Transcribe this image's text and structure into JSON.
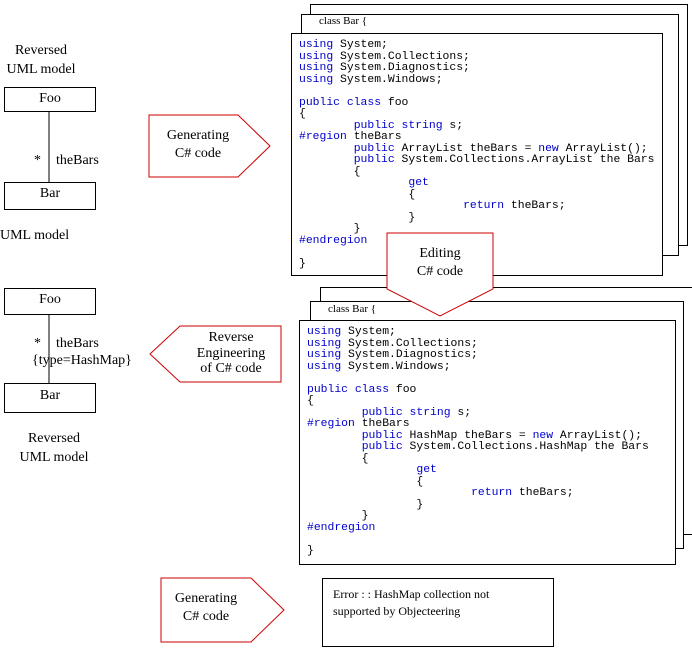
{
  "top_uml": {
    "title_line1": "Reversed",
    "title_line2": "UML model",
    "class_top": "Foo",
    "class_bottom": "Bar",
    "multiplicity": "*",
    "role": "theBars",
    "caption": "UML model"
  },
  "mid_uml": {
    "class_top": "Foo",
    "class_bottom": "Bar",
    "multiplicity": "*",
    "role": "theBars",
    "constraint": "{type=HashMap}",
    "caption_line1": "Reversed",
    "caption_line2": "UML model"
  },
  "arrows": {
    "generating1_line1": "Generating",
    "generating1_line2": "C# code",
    "reverse_line1": "Reverse",
    "reverse_line2": "Engineering",
    "reverse_line3": "of C# code",
    "editing_line1": "Editing",
    "editing_line2": "C# code",
    "generating2_line1": "Generating",
    "generating2_line2": "C# code"
  },
  "code1": {
    "tab": "class Bar {",
    "lines": [
      [
        [
          "kw",
          "using"
        ],
        [
          "t",
          " System;"
        ]
      ],
      [
        [
          "kw",
          "using"
        ],
        [
          "t",
          " System.Collections;"
        ]
      ],
      [
        [
          "kw",
          "using"
        ],
        [
          "t",
          " System.Diagnostics;"
        ]
      ],
      [
        [
          "kw",
          "using"
        ],
        [
          "t",
          " System.Windows;"
        ]
      ],
      [],
      [
        [
          "kw",
          "public class"
        ],
        [
          "t",
          " foo"
        ]
      ],
      [
        [
          "t",
          "{"
        ]
      ],
      [
        [
          "t",
          "        "
        ],
        [
          "kw",
          "public string"
        ],
        [
          "t",
          " s;"
        ]
      ],
      [
        [
          "kw",
          "#region"
        ],
        [
          "t",
          " theBars"
        ]
      ],
      [
        [
          "t",
          "        "
        ],
        [
          "kw",
          "public"
        ],
        [
          "t",
          " ArrayList theBars = "
        ],
        [
          "kw",
          "new"
        ],
        [
          "t",
          " ArrayList();"
        ]
      ],
      [
        [
          "t",
          "        "
        ],
        [
          "kw",
          "public"
        ],
        [
          "t",
          " System.Collections.ArrayList the Bars"
        ]
      ],
      [
        [
          "t",
          "        {"
        ]
      ],
      [
        [
          "t",
          "                "
        ],
        [
          "kw",
          "get"
        ]
      ],
      [
        [
          "t",
          "                {"
        ]
      ],
      [
        [
          "t",
          "                        "
        ],
        [
          "kw",
          "return"
        ],
        [
          "t",
          " theBars;"
        ]
      ],
      [
        [
          "t",
          "                }"
        ]
      ],
      [
        [
          "t",
          "        }"
        ]
      ],
      [
        [
          "kw",
          "#endregion"
        ]
      ],
      [],
      [
        [
          "t",
          "}"
        ]
      ]
    ]
  },
  "code2": {
    "tab": "class Bar {",
    "lines": [
      [
        [
          "kw",
          "using"
        ],
        [
          "t",
          " System;"
        ]
      ],
      [
        [
          "kw",
          "using"
        ],
        [
          "t",
          " System.Collections;"
        ]
      ],
      [
        [
          "kw",
          "using"
        ],
        [
          "t",
          " System.Diagnostics;"
        ]
      ],
      [
        [
          "kw",
          "using"
        ],
        [
          "t",
          " System.Windows;"
        ]
      ],
      [],
      [
        [
          "kw",
          "public class"
        ],
        [
          "t",
          " foo"
        ]
      ],
      [
        [
          "t",
          "{"
        ]
      ],
      [
        [
          "t",
          "        "
        ],
        [
          "kw",
          "public string"
        ],
        [
          "t",
          " s;"
        ]
      ],
      [
        [
          "kw",
          "#region"
        ],
        [
          "t",
          " theBars"
        ]
      ],
      [
        [
          "t",
          "        "
        ],
        [
          "kw",
          "public"
        ],
        [
          "t",
          " HashMap theBars = "
        ],
        [
          "kw",
          "new"
        ],
        [
          "t",
          " ArrayList();"
        ]
      ],
      [
        [
          "t",
          "        "
        ],
        [
          "kw",
          "public"
        ],
        [
          "t",
          " System.Collections.HashMap the Bars"
        ]
      ],
      [
        [
          "t",
          "        {"
        ]
      ],
      [
        [
          "t",
          "                "
        ],
        [
          "kw",
          "get"
        ]
      ],
      [
        [
          "t",
          "                {"
        ]
      ],
      [
        [
          "t",
          "                        "
        ],
        [
          "kw",
          "return"
        ],
        [
          "t",
          " theBars;"
        ]
      ],
      [
        [
          "t",
          "                }"
        ]
      ],
      [
        [
          "t",
          "        }"
        ]
      ],
      [
        [
          "kw",
          "#endregion"
        ]
      ],
      [],
      [
        [
          "t",
          "}"
        ]
      ]
    ]
  },
  "error": {
    "line1": "Error : : HashMap collection not",
    "line2": "supported by Objecteering"
  }
}
